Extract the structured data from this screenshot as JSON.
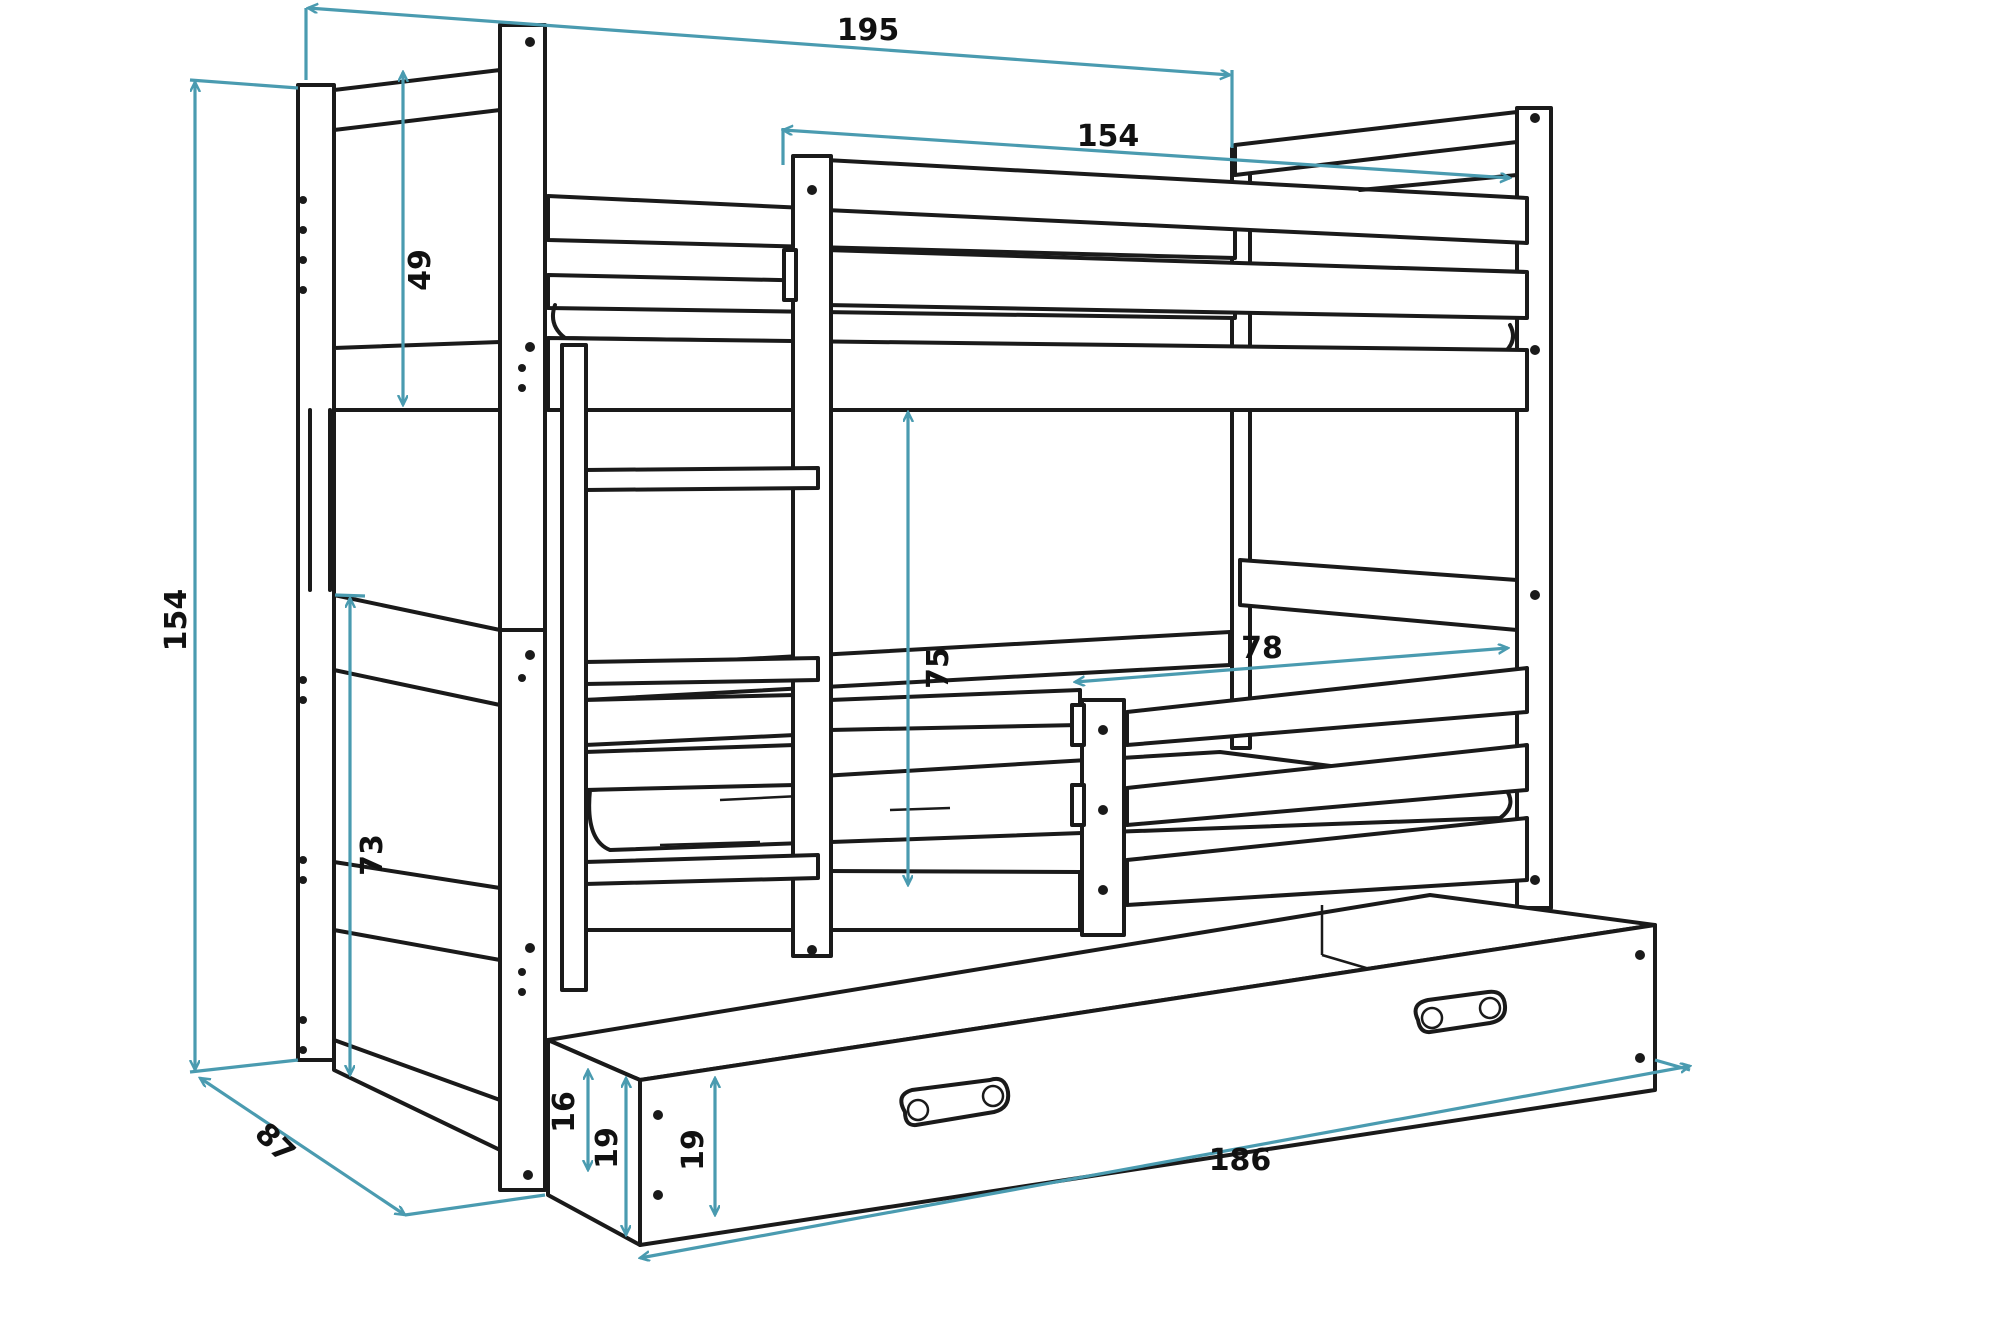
{
  "diagram": {
    "dimensions": {
      "total_length": "195",
      "total_height": "154",
      "depth": "87",
      "inner_length": "154",
      "top_rail_height": "49",
      "lower_clearance": "75",
      "lower_end_height": "73",
      "guard_opening": "78",
      "drawer_length": "186",
      "drawer_height_a": "16",
      "drawer_height_b": "19",
      "drawer_height_c": "19"
    },
    "colors": {
      "line": "#1a1a1a",
      "dimension": "#4a9bb0",
      "background": "#ffffff"
    }
  }
}
